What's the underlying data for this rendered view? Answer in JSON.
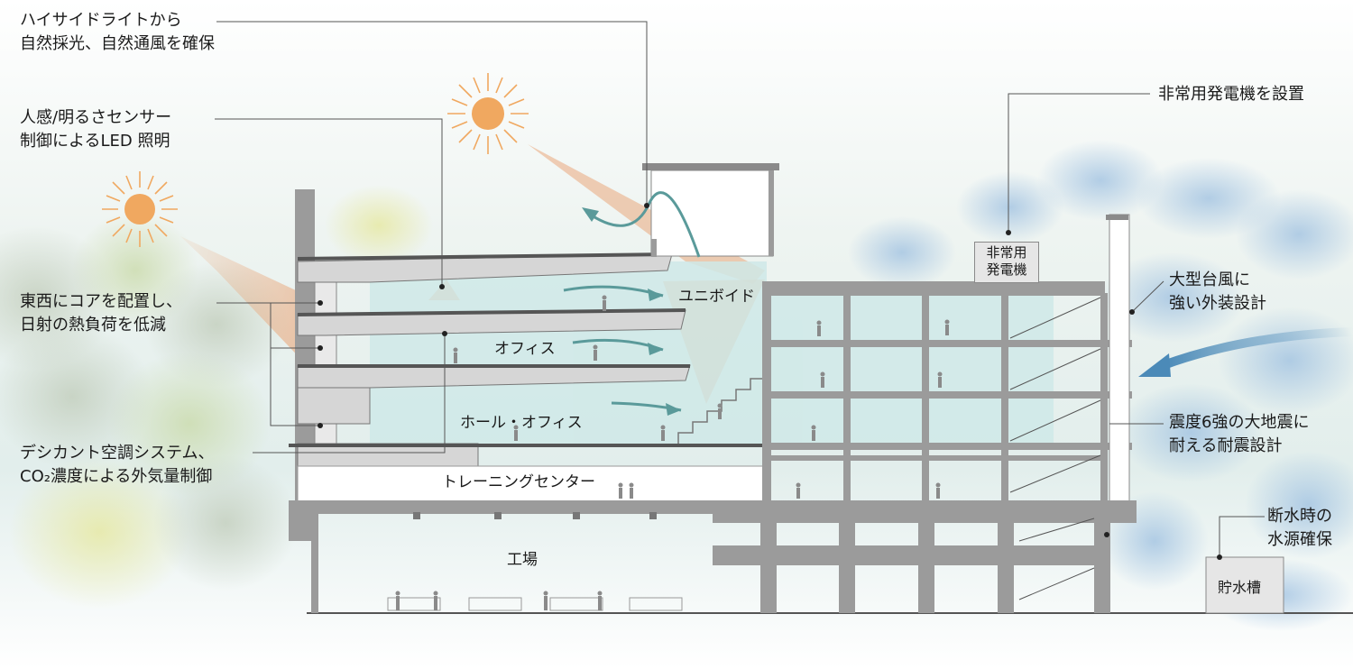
{
  "callouts": {
    "highside": [
      "ハイサイドライトから",
      "自然採光、自然通風を確保"
    ],
    "sensor": [
      "人感/明るさセンサー",
      "制御によるLED 照明"
    ],
    "core": [
      "東西にコアを配置し、",
      "日射の熱負荷を低減"
    ],
    "desiccant": [
      "デシカント空調システム、",
      "CO₂濃度による外気量制御"
    ],
    "generator": [
      "非常用発電機を設置"
    ],
    "typhoon": [
      "大型台風に",
      "強い外装設計"
    ],
    "earthquake": [
      "震度6強の大地震に",
      "耐える耐震設計"
    ],
    "water": [
      "断水時の",
      "水源確保"
    ]
  },
  "labels": {
    "univoid": "ユニボイド",
    "office": "オフィス",
    "hall_office": "ホール・オフィス",
    "training": "トレーニングセンター",
    "factory": "工場",
    "generator_box": [
      "非常用",
      "発電機"
    ],
    "tank_box": "貯水槽"
  },
  "colors": {
    "sun": "#f0a860",
    "sun_ray": "#e9a77b",
    "airflow": "#5a9a9a",
    "wind": "#4b8ab8",
    "glass": "#cfe9e8",
    "concrete": "#9b9b9b",
    "slab": "#d6d6d6",
    "leader": "#444444"
  }
}
